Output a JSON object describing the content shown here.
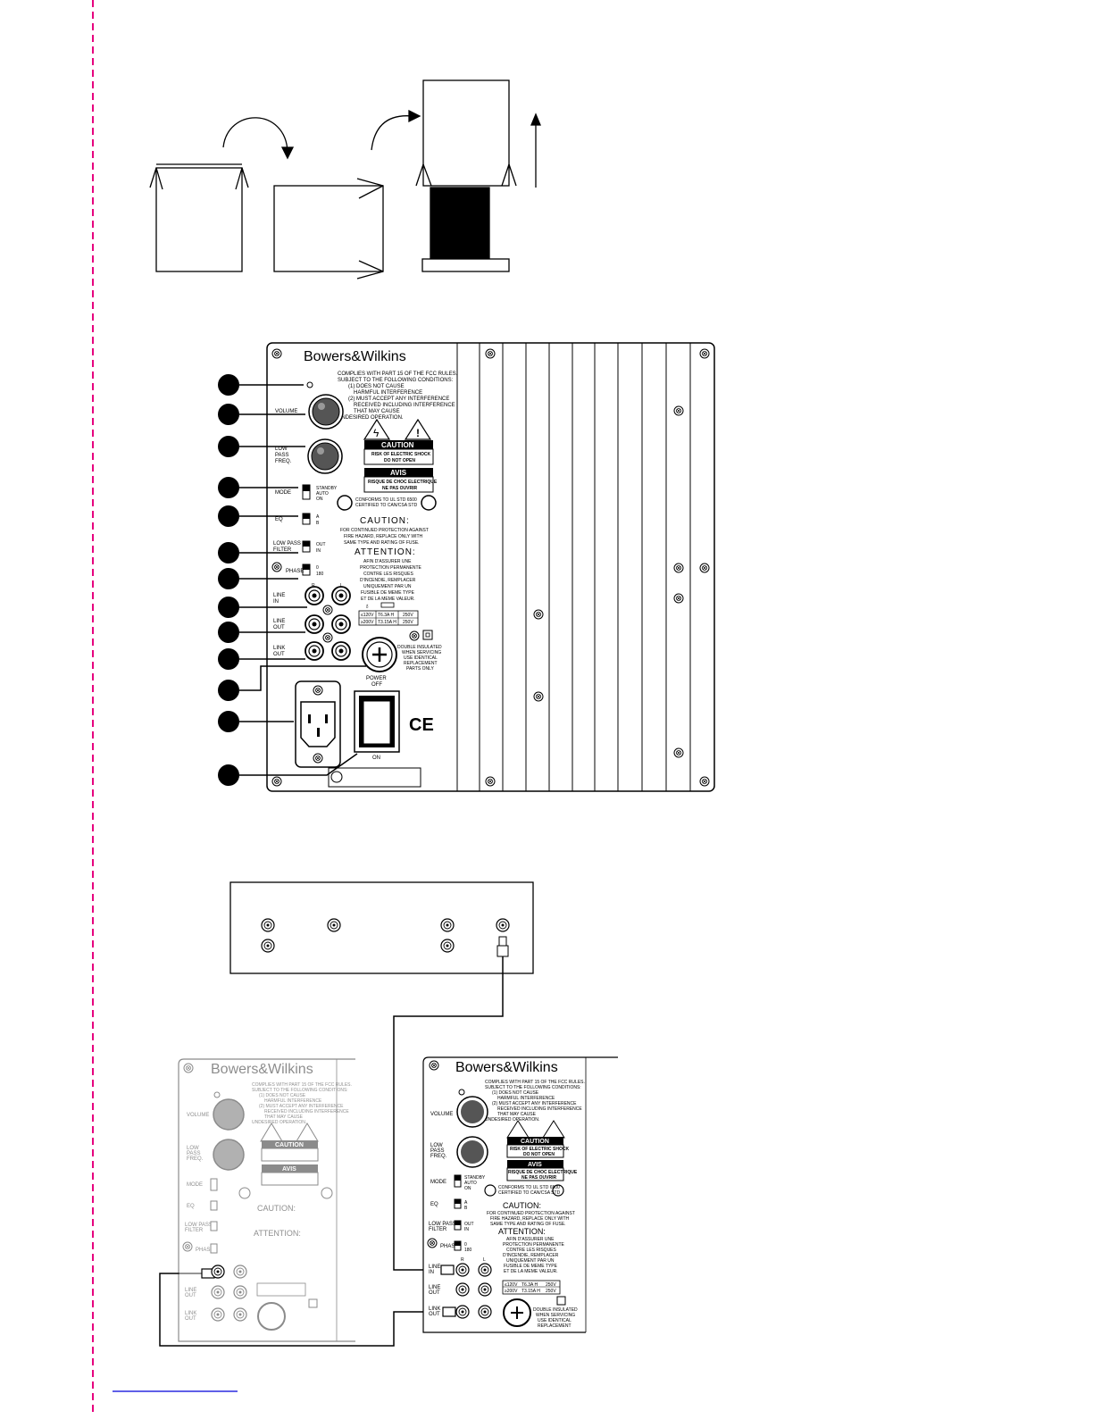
{
  "brand": "Bowers&Wilkins",
  "fcc": [
    "COMPLIES WITH PART 15 OF THE FCC RULES.",
    "SUBJECT TO THE FOLLOWING CONDITIONS:",
    "(1) DOES NOT CAUSE",
    "HARMFUL INTERFERENCE",
    "(2) MUST ACCEPT ANY INTERFERENCE",
    "RECEIVED INCLUDING INTERFERENCE",
    "THAT MAY CAUSE",
    "UNDESIRED OPERATION."
  ],
  "caution_box": {
    "title": "CAUTION",
    "line1": "RISK OF ELECTRIC SHOCK",
    "line2": "DO NOT OPEN"
  },
  "avis_box": {
    "title": "AVIS",
    "line1": "RISQUE DE CHOC ELECTRIQUE",
    "line2": "NE PAS OUVRIR"
  },
  "conforms": [
    "CONFORMS TO UL STD 6500",
    "CERTIFIED TO CAN/CSA STD"
  ],
  "caution_head": "CAUTION:",
  "caution_text": [
    "FOR CONTINUED PROTECTION AGAINST",
    "FIRE HAZARD, REPLACE ONLY WITH",
    "SAME TYPE AND RATING OF FUSE."
  ],
  "attention_head": "ATTENTION:",
  "attention_text": [
    "AFIN D'ASSURER UNE",
    "PROTECTION PERMANENTE",
    "CONTRE LES RISQUES",
    "D'INCENDIE, REMPLACER",
    "UNIQUEMENT PAR UN",
    "FUSIBLE DE MEME TYPE",
    "ET DE LA MEME VALEUR."
  ],
  "fuse_table": [
    [
      "≤120V",
      "T6.3A H",
      "250V"
    ],
    [
      "≥200V",
      "T3.15A H",
      "250V"
    ]
  ],
  "double_insulated": [
    "DOUBLE INSULATED",
    "WHEN SERVICING",
    "USE IDENTICAL",
    "REPLACEMENT",
    "PARTS ONLY"
  ],
  "controls": {
    "volume": "VOLUME",
    "low_pass_freq": [
      "LOW",
      "PASS",
      "FREQ."
    ],
    "mode": "MODE",
    "mode_opts": [
      "STANDBY",
      "AUTO",
      "ON"
    ],
    "eq": "EQ",
    "eq_opts": [
      "A",
      "B"
    ],
    "low_pass_filter": [
      "LOW PASS",
      "FILTER"
    ],
    "filter_opts": [
      "OUT",
      "IN"
    ],
    "phase": "PHASE",
    "phase_opts": [
      "0",
      "180"
    ],
    "line_in": [
      "LINE",
      "IN"
    ],
    "line_out": [
      "LINE",
      "OUT"
    ],
    "link_out": [
      "LINK",
      "OUT"
    ],
    "rl": [
      "R",
      "L"
    ],
    "power_off": [
      "POWER",
      "OFF"
    ],
    "power_on": "ON",
    "ce": "CE"
  }
}
